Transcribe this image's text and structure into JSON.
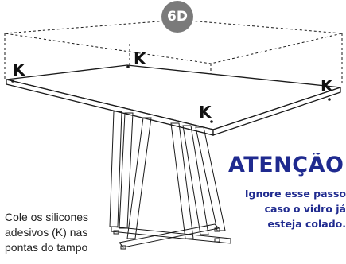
{
  "step": {
    "label": "6D"
  },
  "markers": [
    {
      "label": "K"
    },
    {
      "label": "K"
    },
    {
      "label": "K"
    },
    {
      "label": "K"
    }
  ],
  "attention": {
    "title": "ATENÇÃO",
    "lines": [
      "Ignore esse passo",
      "caso o vidro já",
      "esteja colado."
    ]
  },
  "instruction": {
    "lines": [
      "Cole os silicones",
      "adesivos (K) nas",
      "pontas do tampo"
    ]
  },
  "colors": {
    "badge": "#7a7a7a",
    "attention": "#1f2a8f",
    "line": "#1a1a1a"
  }
}
